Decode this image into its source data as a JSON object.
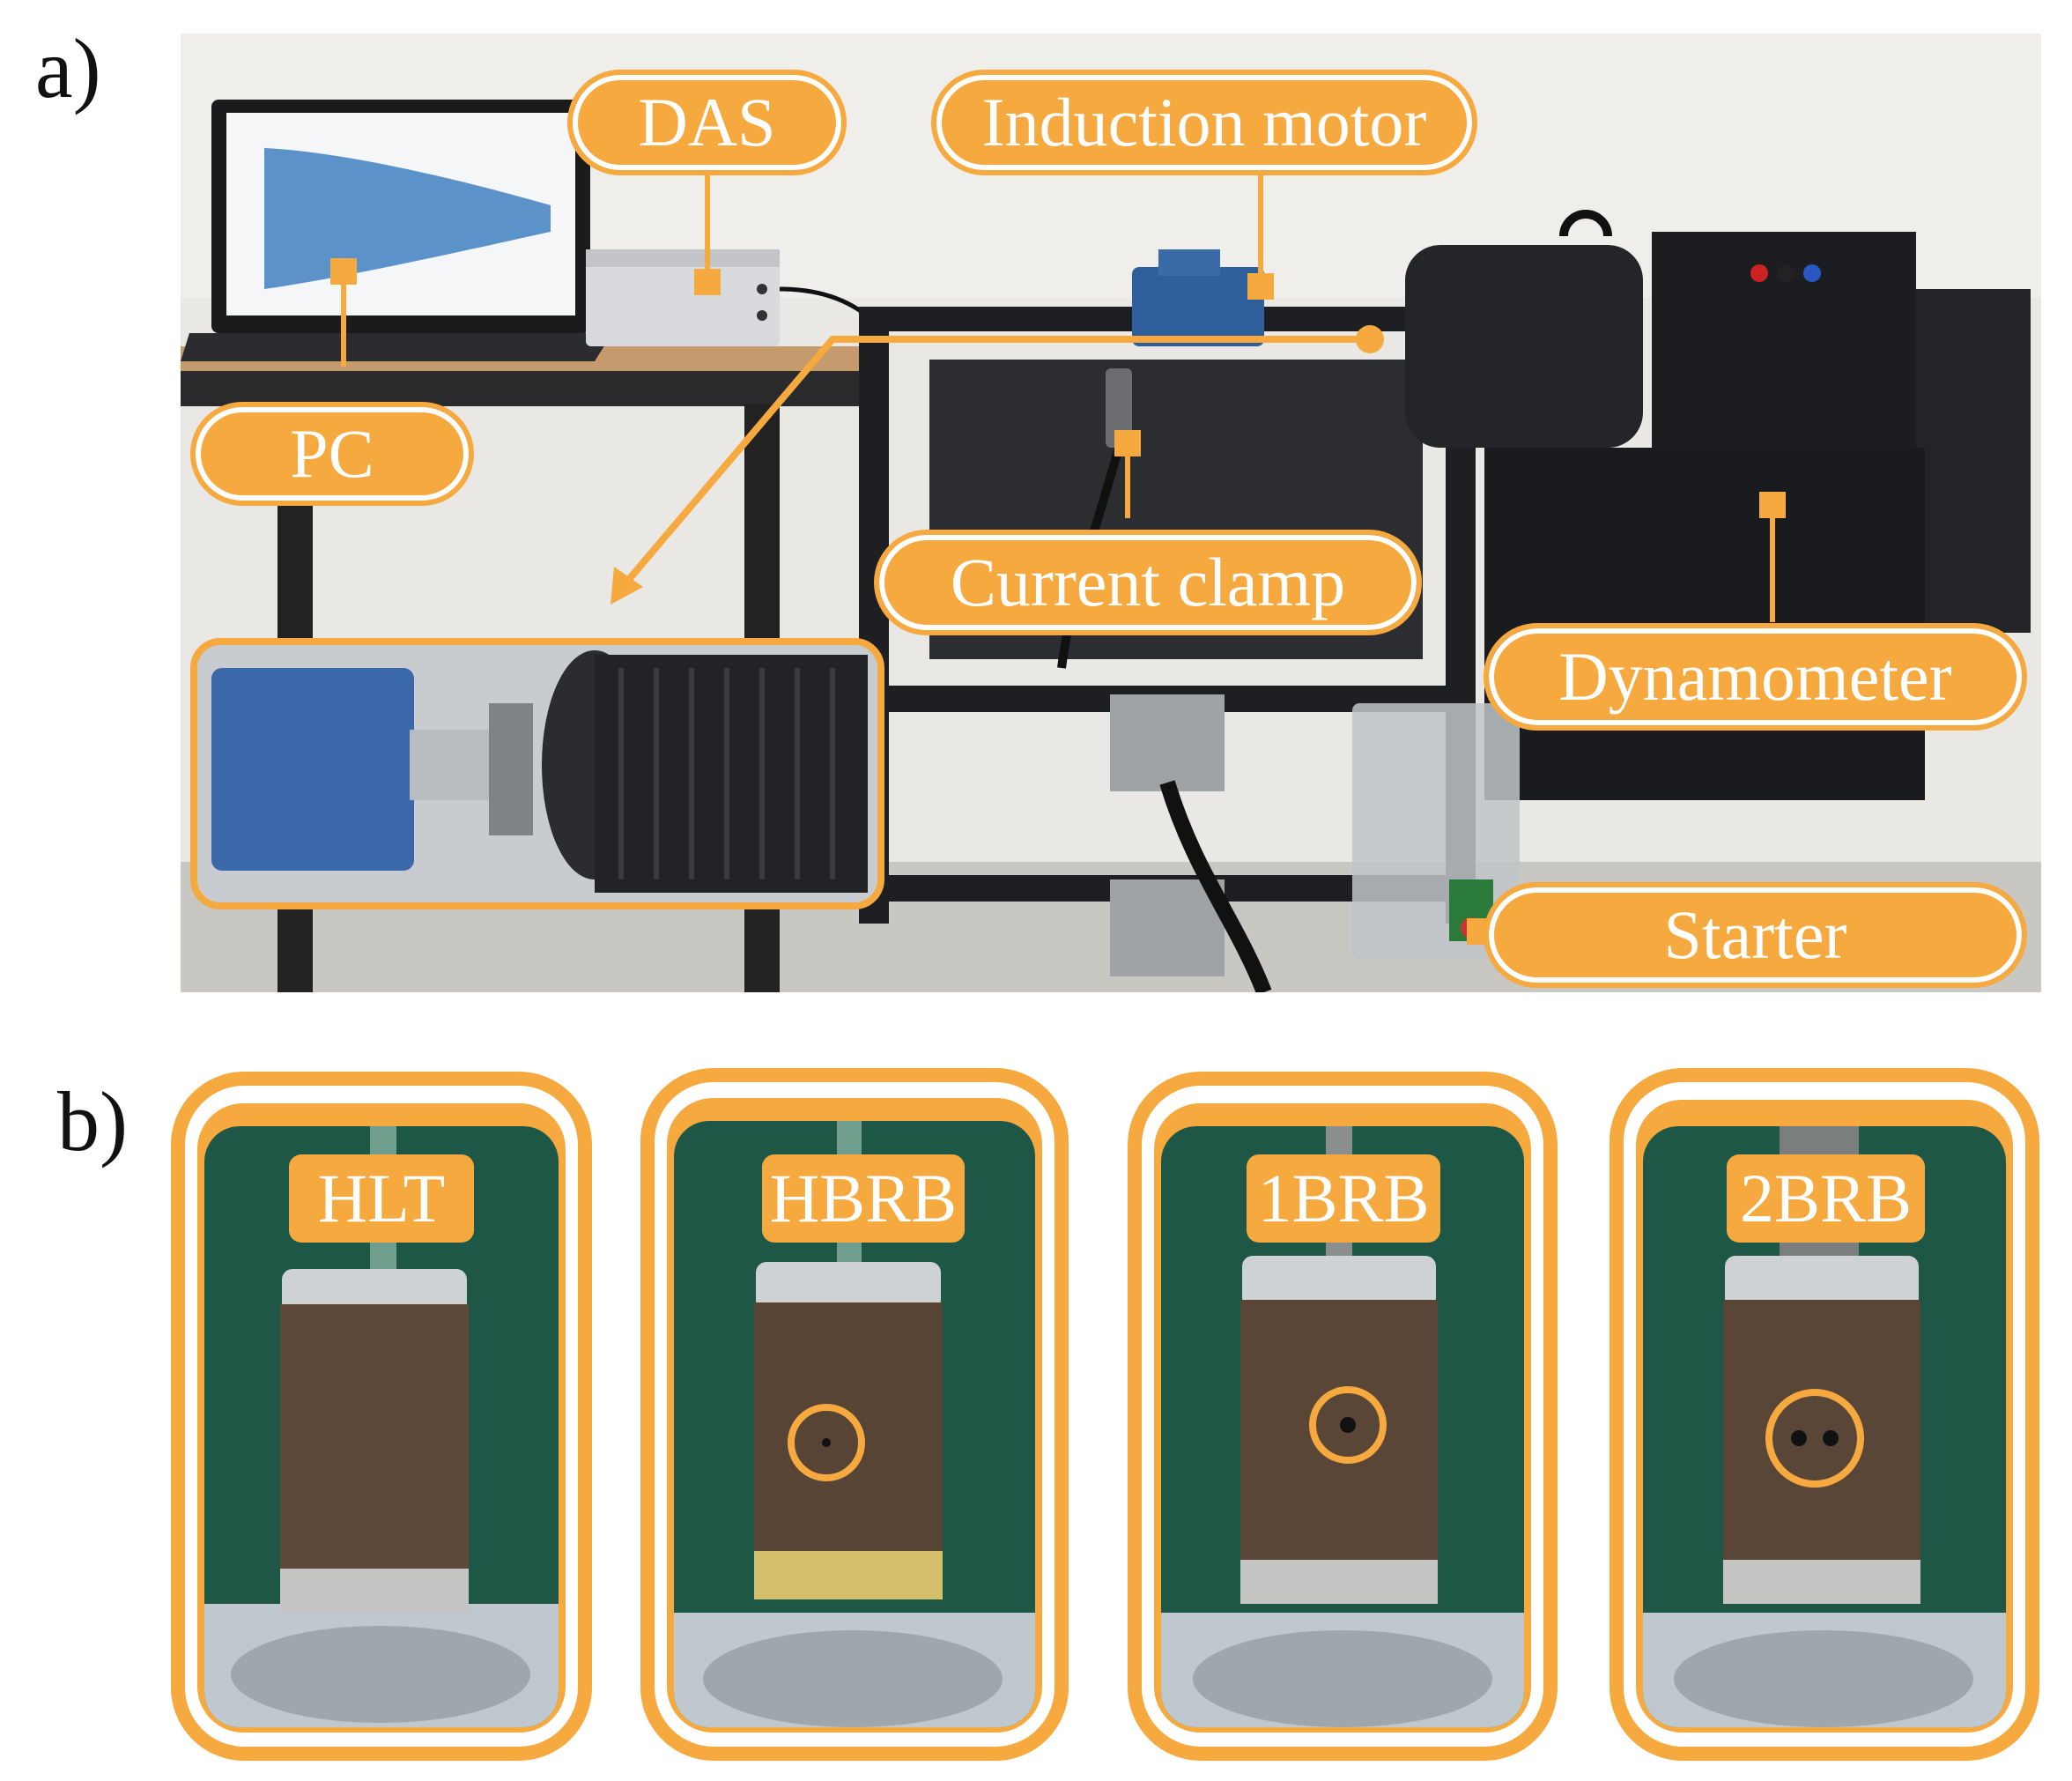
{
  "panels": {
    "a": {
      "letter": "a)",
      "labels": {
        "das": "DAS",
        "induction_motor": "Induction motor",
        "pc": "PC",
        "current_clamp": "Current clamp",
        "dynamometer": "Dynamometer",
        "starter": "Starter"
      }
    },
    "b": {
      "letter": "b)",
      "rotors": [
        {
          "label": "HLT"
        },
        {
          "label": "HBRB"
        },
        {
          "label": "1BRB"
        },
        {
          "label": "2BRB"
        }
      ]
    }
  },
  "colors": {
    "accent": "#f5a93e",
    "label_text": "#ffffff",
    "wall": "#e9e8e4",
    "backdrop_green": "#1e5746",
    "rotor_brown": "#5a4636",
    "machine_black": "#1c1d20"
  }
}
